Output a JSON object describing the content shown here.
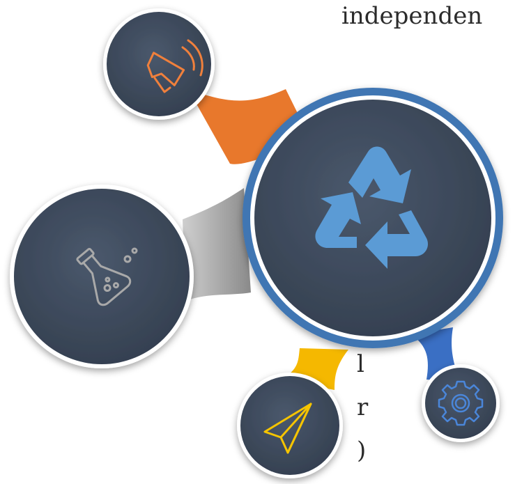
{
  "text_fragments": {
    "top_right": "independen",
    "left_line_1": "l",
    "left_line_2": "r",
    "left_line_3": ")"
  },
  "colors": {
    "circle_fill": "#3e4b5e",
    "ring": "#ffffff",
    "main_ring_blue": "#3f76b3",
    "connector_orange": "#e8782c",
    "connector_gray": "#8f8f8f",
    "connector_yellow": "#f5b800",
    "connector_blue": "#3a6fc4",
    "recycle_icon": "#5b9bd5",
    "speaker_icon": "#f0803c",
    "flask_icon": "#a9a9a9",
    "plane_icon": "#f5c400",
    "gear_icon": "#4a86d9"
  },
  "icons": {
    "center": "recycle-icon",
    "top": "speaker-icon",
    "left": "flask-icon",
    "bottom": "paper-plane-icon",
    "bottom_right": "gear-icon"
  }
}
